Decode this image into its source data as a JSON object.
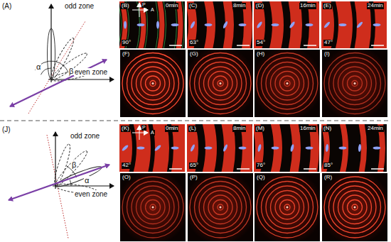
{
  "diagram": {
    "labels": [
      "(A)",
      "odd zone",
      "even zone",
      "α",
      "β",
      "(B)",
      "P",
      "A",
      "0min",
      "90°",
      "(C)",
      "8min",
      "63°",
      "(D)",
      "16min",
      "54°",
      "(E)",
      "24min",
      "47°",
      "(F)",
      "(G)",
      "(H)",
      "(I)",
      "(J)",
      "odd zone",
      "even zone",
      "β",
      "α",
      "(K)",
      "P",
      "A",
      "0min",
      "42°",
      "(L)",
      "8min",
      "65°",
      "(M)",
      "16min",
      "76°",
      "(N)",
      "24min",
      "85°",
      "(O)",
      "(P)",
      "(Q)",
      "(R)"
    ]
  }
}
